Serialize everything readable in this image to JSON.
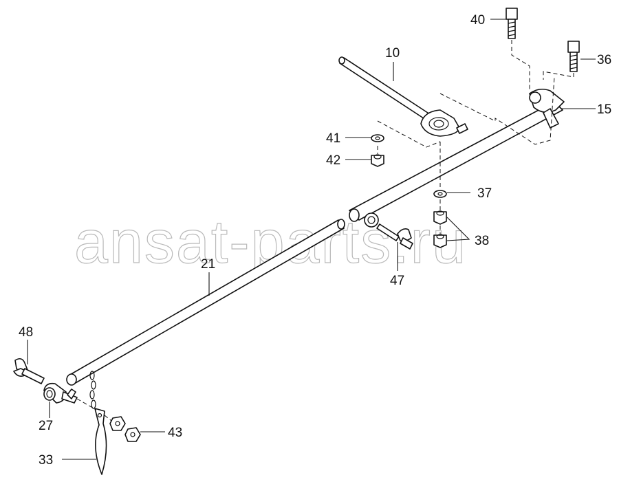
{
  "watermark": "ansat-parts.ru",
  "callouts": {
    "c10": "10",
    "c15": "15",
    "c21": "21",
    "c27": "27",
    "c33": "33",
    "c36": "36",
    "c37": "37",
    "c38": "38",
    "c40": "40",
    "c41": "41",
    "c42": "42",
    "c43": "43",
    "c47": "47",
    "c48": "48"
  }
}
